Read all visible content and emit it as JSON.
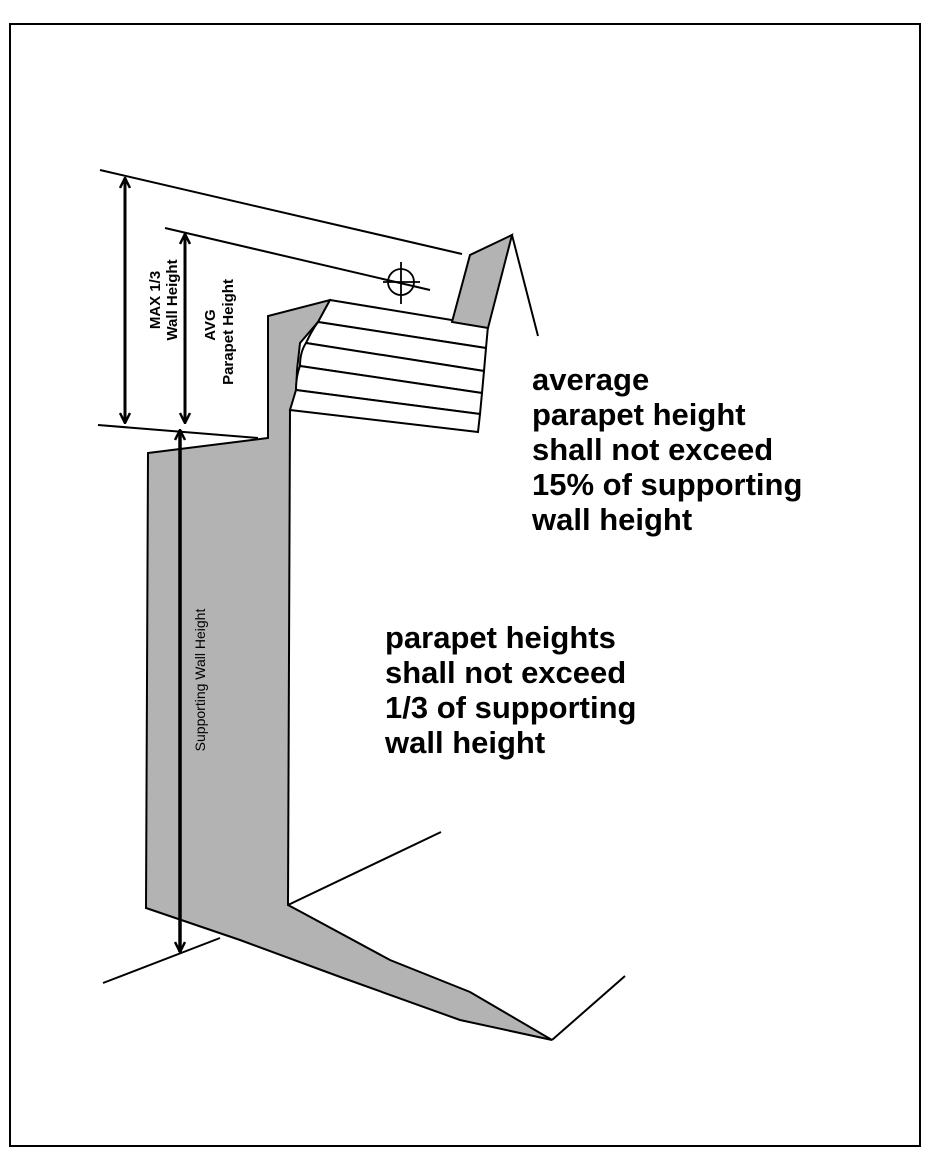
{
  "labels": {
    "max_line1": "MAX 1/3",
    "max_line2": "Wall Height",
    "avg_line1": "AVG",
    "avg_line2": "Parapet Height",
    "supporting": "Supporting Wall Height"
  },
  "notes": {
    "average": [
      "average",
      "parapet height",
      "shall not exceed",
      "15% of supporting",
      "wall height"
    ],
    "parapet": [
      "parapet heights",
      "shall not exceed",
      "1/3 of supporting",
      "wall height"
    ]
  },
  "colors": {
    "fill": "#b3b3b3",
    "stroke": "#000000",
    "background": "#ffffff"
  }
}
